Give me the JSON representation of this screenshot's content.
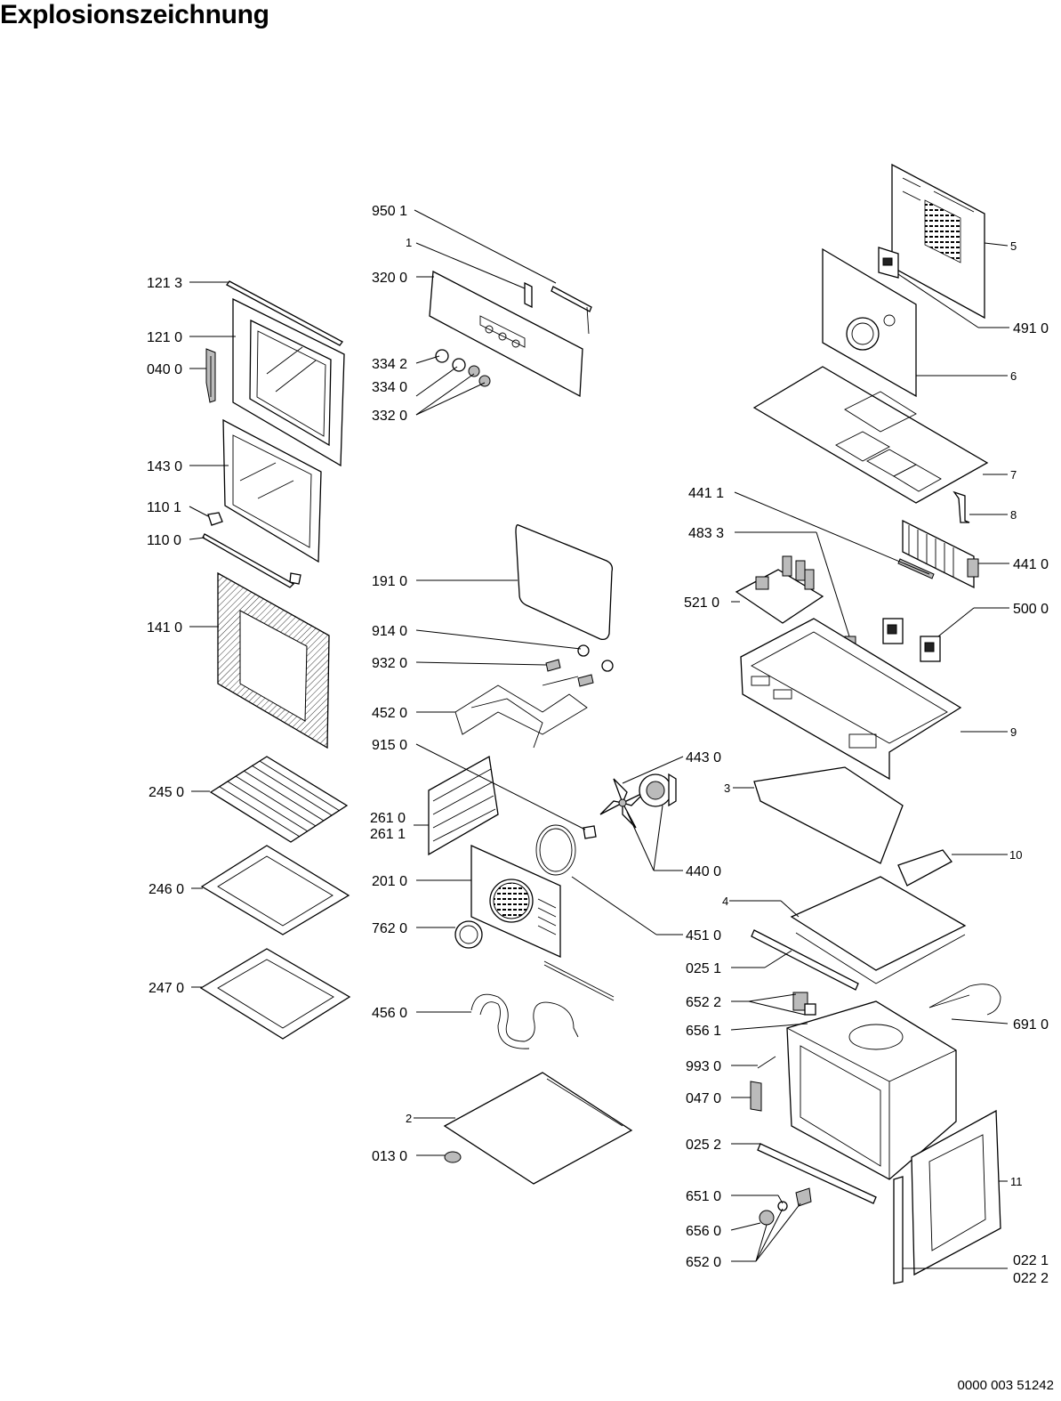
{
  "page": {
    "title": "Explosionszeichnung",
    "document_number": "0000 003 51242"
  },
  "labels": {
    "l9501": "950 1",
    "l1": "1",
    "l3200": "320 0",
    "l1213": "121 3",
    "l1210": "121 0",
    "l0400": "040 0",
    "l3342": "334 2",
    "l3340": "334 0",
    "l3320": "332 0",
    "l1430": "143 0",
    "l1101": "110 1",
    "l1100": "110 0",
    "l1910": "191 0",
    "l1410": "141 0",
    "l9140": "914 0",
    "l9320": "932 0",
    "l4520": "452 0",
    "l9150": "915 0",
    "l2450": "245 0",
    "l2610": "261 0",
    "l2611": "261 1",
    "l2460": "246 0",
    "l2010": "201 0",
    "l7620": "762 0",
    "l2470": "247 0",
    "l4560": "456 0",
    "l2": "2",
    "l0130": "013 0",
    "l5": "5",
    "l4910": "491 0",
    "l6": "6",
    "l7": "7",
    "l4411": "441 1",
    "l8": "8",
    "l4833": "483 3",
    "l4410": "441 0",
    "l5210": "521 0",
    "l5000": "500 0",
    "l9": "9",
    "l4430": "443 0",
    "l3": "3",
    "l4400": "440 0",
    "l10": "10",
    "l4": "4",
    "l4510": "451 0",
    "l0251": "025 1",
    "l6522": "652 2",
    "l6561": "656 1",
    "l6910": "691 0",
    "l9930": "993 0",
    "l0470": "047 0",
    "l0252": "025 2",
    "l11": "11",
    "l6510": "651 0",
    "l6560": "656 0",
    "l6520": "652 0",
    "l0221": "022 1",
    "l0222": "022 2"
  }
}
